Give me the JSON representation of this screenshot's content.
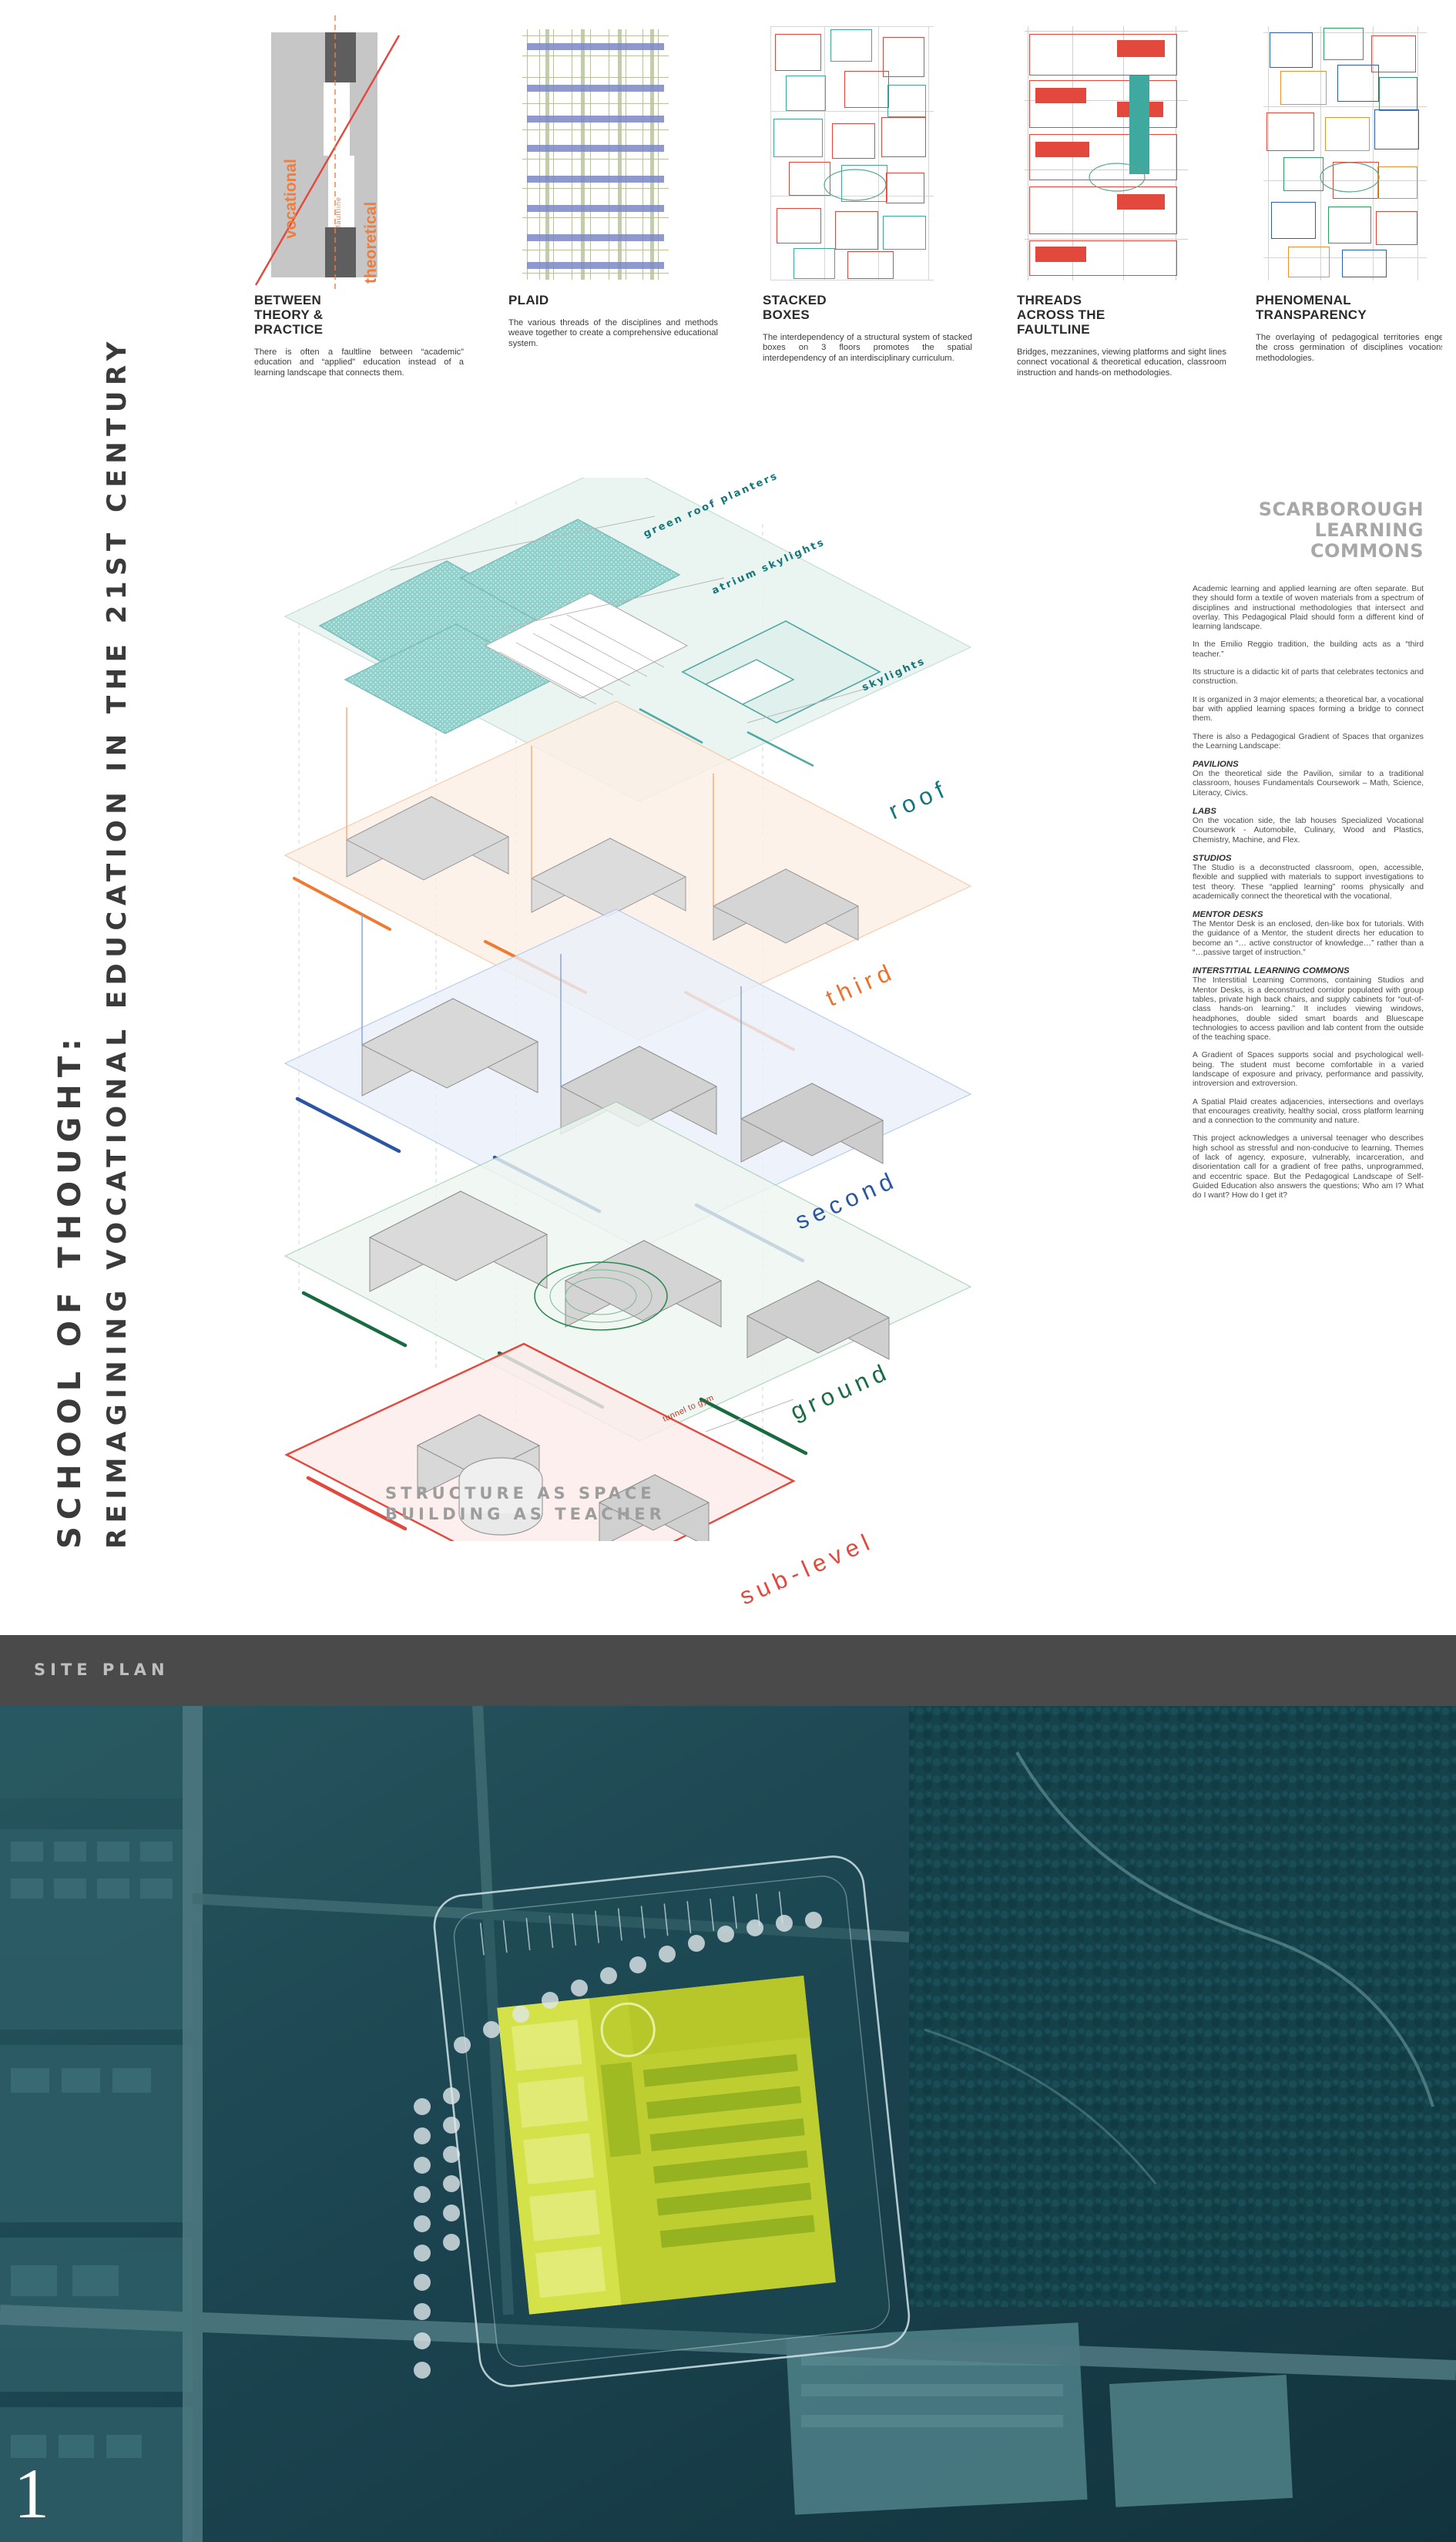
{
  "board": {
    "vertical_title_line1": "SCHOOL OF THOUGHT:",
    "vertical_title_line2": "REIMAGINING VOCATIONAL EDUCATION IN THE 21ST CENTURY",
    "page_number": "1"
  },
  "concepts": [
    {
      "title": "BETWEEN\nTHEORY &\nPRACTICE",
      "title_lines": [
        "BETWEEN",
        "THEORY &",
        "PRACTICE"
      ],
      "body": "There is often a faultline between “academic” education and “applied” education instead of a learning landscape that connects them.",
      "diagram_labels": [
        "vocational",
        "theoretical",
        "faultline"
      ],
      "accent_color": "#f07d3c"
    },
    {
      "title_lines": [
        "PLAID"
      ],
      "body": "The various threads of the disciplines and methods weave together to create a comprehensive educational system.",
      "diagram_labels": [],
      "accent_color": "#7b87c4"
    },
    {
      "title_lines": [
        "STACKED",
        "BOXES"
      ],
      "body": "The interdependency of a structural system of stacked boxes on 3 floors promotes the spatial interdependency of an interdisciplinary curriculum.",
      "diagram_labels": [],
      "accent_color": "#d9544d"
    },
    {
      "title_lines": [
        "THREADS",
        "ACROSS THE",
        "FAULTLINE"
      ],
      "body": "Bridges, mezzanines, viewing platforms and sight lines connect vocational & theoretical education, classroom instruction and hands-on methodologies.",
      "diagram_labels": [],
      "accent_color": "#3fa9a0"
    },
    {
      "title_lines": [
        "PHENOMENAL",
        "TRANSPARENCY"
      ],
      "body": "The overlaying of pedagogical territories engenders the cross germination of disciplines vocations and methodologies.",
      "diagram_labels": [],
      "accent_color": "#2b5fa8"
    }
  ],
  "axonometric": {
    "callouts": [
      {
        "text": "green roof planters",
        "color": "#16757a"
      },
      {
        "text": "atrium skylights",
        "color": "#16757a"
      },
      {
        "text": "skylights",
        "color": "#16757a"
      },
      {
        "text": "tunnel to gym",
        "color": "#c0392b"
      }
    ],
    "levels": [
      {
        "label": "roof",
        "color": "#12777c"
      },
      {
        "label": "third",
        "color": "#e8722e"
      },
      {
        "label": "second",
        "color": "#2b55a3"
      },
      {
        "label": "ground",
        "color": "#186b40"
      },
      {
        "label": "sub-level",
        "color": "#e2483c"
      }
    ],
    "caption_line1": "STRUCTURE AS SPACE",
    "caption_line2": "BUILDING AS TEACHER",
    "caption_color": "#9d9d9d"
  },
  "narrative": {
    "heading_lines": [
      "SCARBOROUGH",
      "LEARNING",
      "COMMONS"
    ],
    "heading_color": "#a8a8a8",
    "blocks": [
      {
        "type": "p",
        "text": "Academic learning and applied learning are often separate. But they should form a textile of woven materials from a spectrum of disciplines and instructional methodologies that intersect and overlay. This Pedagogical Plaid should form a different kind of learning landscape."
      },
      {
        "type": "p",
        "text": "In the Emilio Reggio tradition, the building acts as a “third teacher.”"
      },
      {
        "type": "p",
        "text": "Its structure is a didactic kit of parts that celebrates tectonics and construction."
      },
      {
        "type": "p",
        "text": "It is organized in 3 major elements; a theoretical bar, a vocational bar with applied learning spaces forming a bridge to connect them."
      },
      {
        "type": "p",
        "text": "There is also a Pedagogical Gradient of Spaces that organizes the Learning Landscape:"
      },
      {
        "type": "h",
        "text": "PAVILIONS"
      },
      {
        "type": "p",
        "text": "On the theoretical side the Pavilion, similar to a traditional classroom, houses Fundamentals Coursework – Math, Science, Literacy, Civics."
      },
      {
        "type": "h",
        "text": "LABS"
      },
      {
        "type": "p",
        "text": "On the vocation side, the lab houses Specialized Vocational Coursework - Automobile, Culinary, Wood and Plastics, Chemistry, Machine, and Flex."
      },
      {
        "type": "h",
        "text": "STUDIOS"
      },
      {
        "type": "p",
        "text": "The Studio is a deconstructed classroom, open, accessible, flexible and supplied with materials to support investigations to test theory. These “applied learning” rooms physically and academically connect the theoretical with the vocational."
      },
      {
        "type": "h",
        "text": "MENTOR DESKS"
      },
      {
        "type": "p",
        "text": "The Mentor Desk is an enclosed, den-like box for tutorials. With the guidance of a Mentor, the student directs her education to become an “… active constructor of knowledge…” rather than a “…passive target of instruction.”"
      },
      {
        "type": "h",
        "text": "INTERSTITIAL LEARNING COMMONS"
      },
      {
        "type": "p",
        "text": "The Interstitial Learning Commons, containing Studios and Mentor Desks, is a deconstructed corridor populated with group tables, private high back chairs, and supply cabinets for “out-of-class hands-on learning.” It includes viewing windows, headphones, double sided smart boards and Bluescape technologies to access pavilion and lab content from the outside of the teaching space."
      },
      {
        "type": "p",
        "text": "A Gradient of Spaces supports social and psychological well-being. The student must become comfortable in a varied landscape of exposure and privacy, performance and passivity, introversion and extroversion."
      },
      {
        "type": "p",
        "text": "A Spatial Plaid creates adjacencies, intersections and overlays that encourages creativity, healthy social, cross platform learning and a connection to the community and nature."
      },
      {
        "type": "p",
        "text": "This project acknowledges a universal teenager who describes high school as stressful and non-conducive to learning. Themes of lack of agency, exposure, vulnerably, incarceration, and disorientation call for a gradient of free paths, unprogrammed, and eccentric space. But the Pedagogical Landscape of Self-Guided Education also answers the questions; Who am I? What do I want? How do I get it?"
      }
    ]
  },
  "site_plan": {
    "bar_label": "SITE PLAN",
    "bar_color": "#4a4a4a",
    "bar_text_color": "#bfbfbf",
    "aerial_tint": "#1d4450",
    "building_color": "#ccd92e"
  }
}
